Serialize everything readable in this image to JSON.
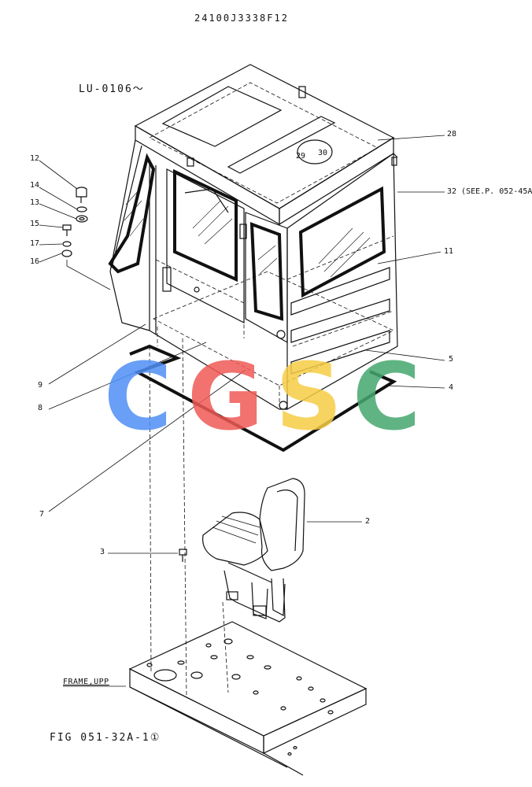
{
  "header": {
    "part_code": "24100J3338F12",
    "serial_range": "LU-0106～"
  },
  "callouts": [
    {
      "id": "c12",
      "text": "12"
    },
    {
      "id": "c14",
      "text": "14"
    },
    {
      "id": "c13",
      "text": "13"
    },
    {
      "id": "c15",
      "text": "15"
    },
    {
      "id": "c17",
      "text": "17"
    },
    {
      "id": "c16",
      "text": "16"
    },
    {
      "id": "c28",
      "text": "28"
    },
    {
      "id": "c32",
      "text": "32 (SEE.P. 052-45A)"
    },
    {
      "id": "c11",
      "text": "11"
    },
    {
      "id": "c29",
      "text": "29"
    },
    {
      "id": "c30",
      "text": "30"
    },
    {
      "id": "c5",
      "text": "5"
    },
    {
      "id": "c4",
      "text": "4"
    },
    {
      "id": "c9",
      "text": "9"
    },
    {
      "id": "c8",
      "text": "8"
    },
    {
      "id": "c7",
      "text": "7"
    },
    {
      "id": "c2",
      "text": "2"
    },
    {
      "id": "c3",
      "text": "3"
    }
  ],
  "frame_label": "FRAME,UPP",
  "figure_label": "FIG 051-32A-1①",
  "watermark": {
    "text": "CGSC",
    "colors": [
      "#4f8ff5",
      "#ef5a55",
      "#f6cd45",
      "#45a86e"
    ]
  }
}
